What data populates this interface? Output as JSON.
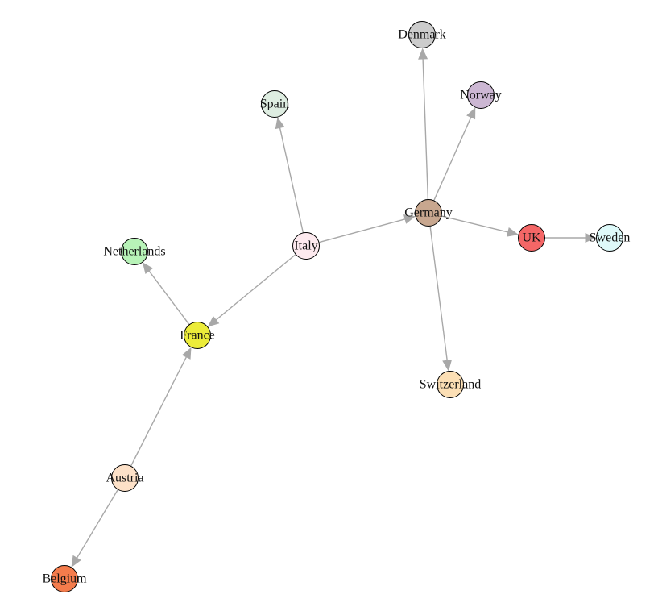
{
  "nodes": [
    {
      "id": "denmark",
      "label": "Denmark",
      "color": "#cccccc"
    },
    {
      "id": "norway",
      "label": "Norway",
      "color": "#ccb7d3"
    },
    {
      "id": "spain",
      "label": "Spain",
      "color": "#deede1"
    },
    {
      "id": "germany",
      "label": "Germany",
      "color": "#c8a78f"
    },
    {
      "id": "uk",
      "label": "UK",
      "color": "#f46666"
    },
    {
      "id": "sweden",
      "label": "Sweden",
      "color": "#defafa"
    },
    {
      "id": "italy",
      "label": "Italy",
      "color": "#fdeaef"
    },
    {
      "id": "netherlands",
      "label": "Netherlands",
      "color": "#b8f3b8"
    },
    {
      "id": "france",
      "label": "France",
      "color": "#ecec3a"
    },
    {
      "id": "switzerland",
      "label": "Switzerland",
      "color": "#fcdfb5"
    },
    {
      "id": "austria",
      "label": "Austria",
      "color": "#fde1c8"
    },
    {
      "id": "belgium",
      "label": "Belgium",
      "color": "#f47c4c"
    }
  ],
  "edges": [
    {
      "from": "italy",
      "to": "spain"
    },
    {
      "from": "italy",
      "to": "germany"
    },
    {
      "from": "italy",
      "to": "france"
    },
    {
      "from": "germany",
      "to": "denmark"
    },
    {
      "from": "germany",
      "to": "norway"
    },
    {
      "from": "germany",
      "to": "uk"
    },
    {
      "from": "germany",
      "to": "switzerland"
    },
    {
      "from": "uk",
      "to": "sweden"
    },
    {
      "from": "france",
      "to": "netherlands"
    },
    {
      "from": "austria",
      "to": "france"
    },
    {
      "from": "austria",
      "to": "belgium"
    }
  ],
  "edge_color": "#a8a8a8"
}
